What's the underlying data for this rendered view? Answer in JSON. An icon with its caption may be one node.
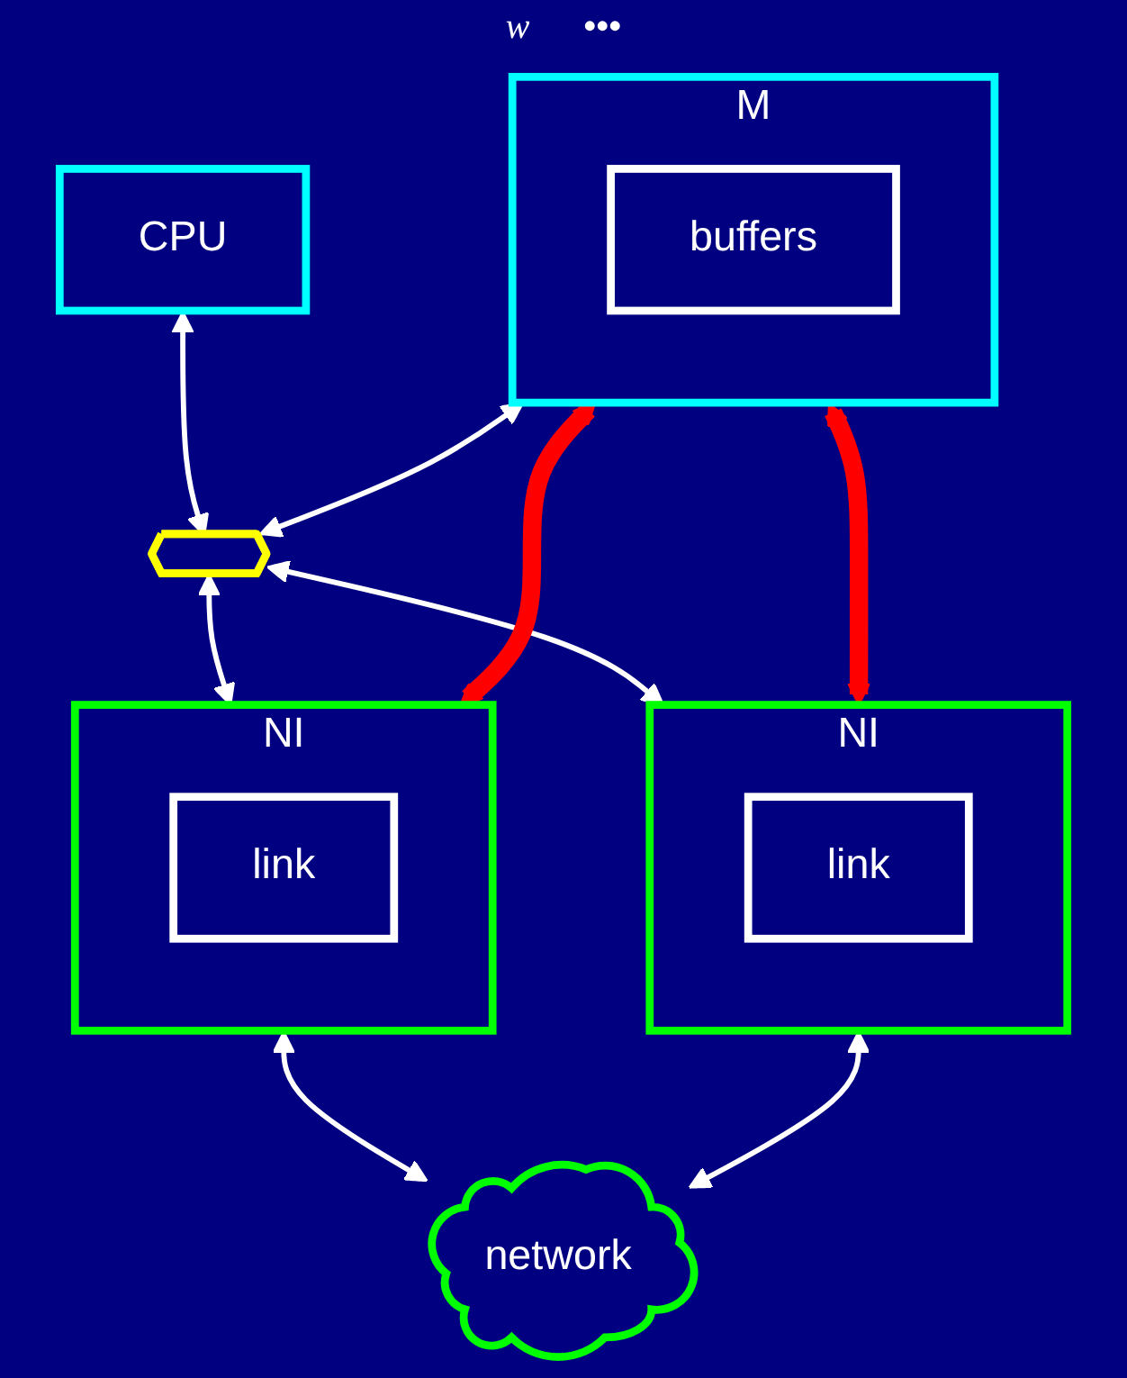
{
  "diagram": {
    "nodes": [
      {
        "text": [
          "CPU"
        ]
      },
      {
        "text": [
          "M"
        ]
      },
      {
        "text": [
          "buffers"
        ],
        "in": 1
      },
      {
        "text": [],
        "shape": "arrow"
      },
      {
        "text": [
          "NI"
        ]
      },
      {
        "text": [
          "link"
        ],
        "in": 4
      },
      {
        "text": [
          "NI"
        ]
      },
      {
        "text": [
          "link"
        ],
        "in": 6
      },
      {
        "text": [
          "network"
        ]
      }
    ],
    "edges": [
      {
        "from": 0,
        "to": 3,
        "arrow": "both"
      },
      {
        "from": 1,
        "to": 3,
        "arrow": "both"
      },
      {
        "from": 3,
        "to": 4,
        "arrow": "both"
      },
      {
        "from": 3,
        "to": 6,
        "arrow": "both"
      },
      {
        "from": 1,
        "to": 4,
        "arrow": "both",
        "style": "thick",
        "color": "#ff0000"
      },
      {
        "from": 1,
        "to": 6,
        "arrow": "both",
        "style": "thick",
        "color": "#ff0000"
      },
      {
        "from": 4,
        "to": 8,
        "arrow": "both"
      },
      {
        "from": 6,
        "to": 8,
        "arrow": "both"
      }
    ],
    "labels": [
      "w",
      "•••"
    ]
  }
}
